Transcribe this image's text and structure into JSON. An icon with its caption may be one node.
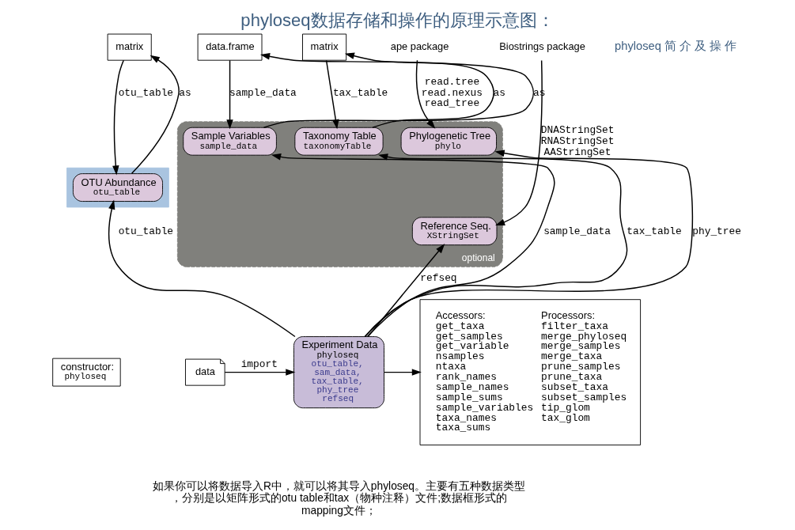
{
  "diagram": {
    "title": "phyloseq数据存储和操作的原理示意图：",
    "caption": "如果你可以将数据导入R中，就可以将其导入phyloseq。主要有五种数据类型，分别是以矩阵形式的otu table和tax（物种注释）文件;数据框形式的mapping文件；",
    "nodes": [
      {
        "text": [
          "matrix"
        ]
      },
      {
        "text": [
          "data.frame"
        ]
      },
      {
        "text": [
          "matrix"
        ]
      },
      {
        "text": [
          "ape package"
        ]
      },
      {
        "text": [
          "Biostrings package"
        ]
      },
      {
        "text": [],
        "shape": "band"
      },
      {
        "text": [
          "OTU Abundance",
          "otu_table"
        ],
        "in": 5
      },
      {
        "text": [
          "optional"
        ]
      },
      {
        "text": [
          "Sample Variables",
          "sample_data"
        ],
        "in": 7
      },
      {
        "text": [
          "Taxonomy Table",
          "taxonomyTable"
        ],
        "in": 7
      },
      {
        "text": [
          "Phylogenetic Tree",
          "phylo"
        ],
        "in": 7
      },
      {
        "text": [
          "Reference Seq.",
          "XStringSet"
        ],
        "in": 7
      },
      {
        "text": [
          "constructor:",
          "phyloseq"
        ]
      },
      {
        "text": [
          "data"
        ]
      },
      {
        "text": [
          "Experiment Data",
          "phyloseq",
          "otu_table, sam_data, tax_table, phy_tree refseq"
        ]
      },
      {
        "text": [
          "Accessors:",
          "get_taxa get_samples get_variable nsamples ntaxa rank_names sample_names sample_sums sample_variables taxa_names taxa_sums",
          "Processors:",
          "filter_taxa merge_phyloseq merge_samples merge_taxa prune_samples prune_taxa subset_taxa subset_samples tip_glom tax_glom"
        ]
      }
    ],
    "edges": [
      {
        "from": 0,
        "to": 6,
        "arrow": "to",
        "label": "otu_table"
      },
      {
        "from": 6,
        "to": 0,
        "arrow": "to",
        "label": "as"
      },
      {
        "from": 1,
        "to": 8,
        "arrow": "to",
        "label": "sample_data"
      },
      {
        "from": 8,
        "to": 1,
        "arrow": "to",
        "label": "as"
      },
      {
        "from": 2,
        "to": 9,
        "arrow": "to",
        "label": "tax_table"
      },
      {
        "from": 9,
        "to": 2,
        "arrow": "to",
        "label": "as"
      },
      {
        "from": 3,
        "to": 10,
        "arrow": "to",
        "label": "read.tree read.nexus read_tree"
      },
      {
        "from": 4,
        "to": 11,
        "arrow": "to",
        "label": "DNAStringSet RNAStringSet AAStringSet"
      },
      {
        "from": 14,
        "to": 6,
        "arrow": "to",
        "label": "otu_table"
      },
      {
        "from": 14,
        "to": 8,
        "arrow": "to",
        "label": "sample_data"
      },
      {
        "from": 14,
        "to": 9,
        "arrow": "to",
        "label": "tax_table"
      },
      {
        "from": 14,
        "to": 10,
        "arrow": "to",
        "label": "phy_tree"
      },
      {
        "from": 14,
        "to": 11,
        "arrow": "to",
        "label": "refseq"
      },
      {
        "from": 13,
        "to": 14,
        "arrow": "to",
        "label": "import"
      },
      {
        "from": 14,
        "to": 15,
        "arrow": "to"
      }
    ],
    "labels": [
      "phyloseq 简 介 及 操 作"
    ]
  }
}
